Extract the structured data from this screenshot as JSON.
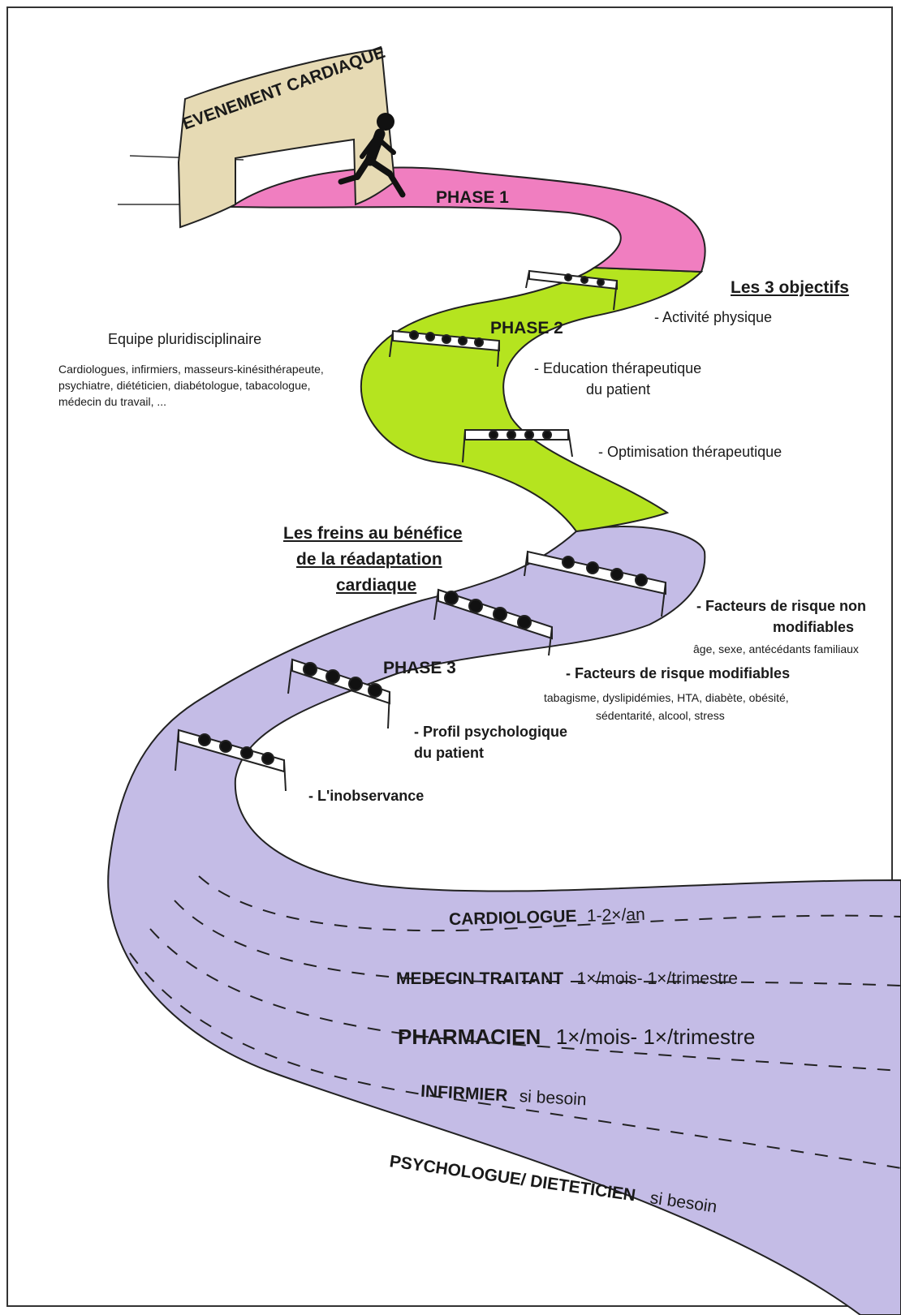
{
  "arch": {
    "label": "EVENEMENT CARDIAQUE"
  },
  "phases": {
    "p1": "PHASE 1",
    "p2": "PHASE 2",
    "p3": "PHASE 3"
  },
  "team": {
    "title": "Equipe pluridisciplinaire",
    "line1": "Cardiologues, infirmiers, masseurs-kinésithérapeute,",
    "line2": "psychiatre, diététicien, diabétologue, tabacologue,",
    "line3": "médecin du travail, ..."
  },
  "objectives": {
    "title": "Les 3 objectifs",
    "item1": "- Activité physique",
    "item2a": "- Education thérapeutique",
    "item2b": "du patient",
    "item3": "- Optimisation thérapeutique"
  },
  "brakes": {
    "title1": "Les freins au bénéfice",
    "title2": "de la réadaptation",
    "title3": "cardiaque",
    "nonmod1": "- Facteurs de risque non",
    "nonmod2": "modifiables",
    "nonmod_detail": "âge, sexe, antécédants familiaux",
    "mod": "- Facteurs de risque modifiables",
    "mod_detail1": "tabagisme, dyslipidémies, HTA, diabète, obésité,",
    "mod_detail2": "sédentarité, alcool, stress",
    "psy1": "- Profil psychologique",
    "psy2": "du patient",
    "inobs": "- L'inobservance"
  },
  "followup": [
    {
      "role": "CARDIOLOGUE",
      "freq": "1-2×/an"
    },
    {
      "role": "MEDECIN TRAITANT",
      "freq": "1×/mois- 1×/trimestre"
    },
    {
      "role": "PHARMACIEN",
      "freq": "1×/mois- 1×/trimestre"
    },
    {
      "role": "INFIRMIER",
      "freq": "si besoin"
    },
    {
      "role": "PSYCHOLOGUE/ DIETETICIEN",
      "freq": "si besoin"
    }
  ],
  "colors": {
    "phase1": "#f07ec0",
    "phase2": "#b5e41f",
    "phase3": "#c4bce6",
    "arch": "#e6dab4"
  }
}
